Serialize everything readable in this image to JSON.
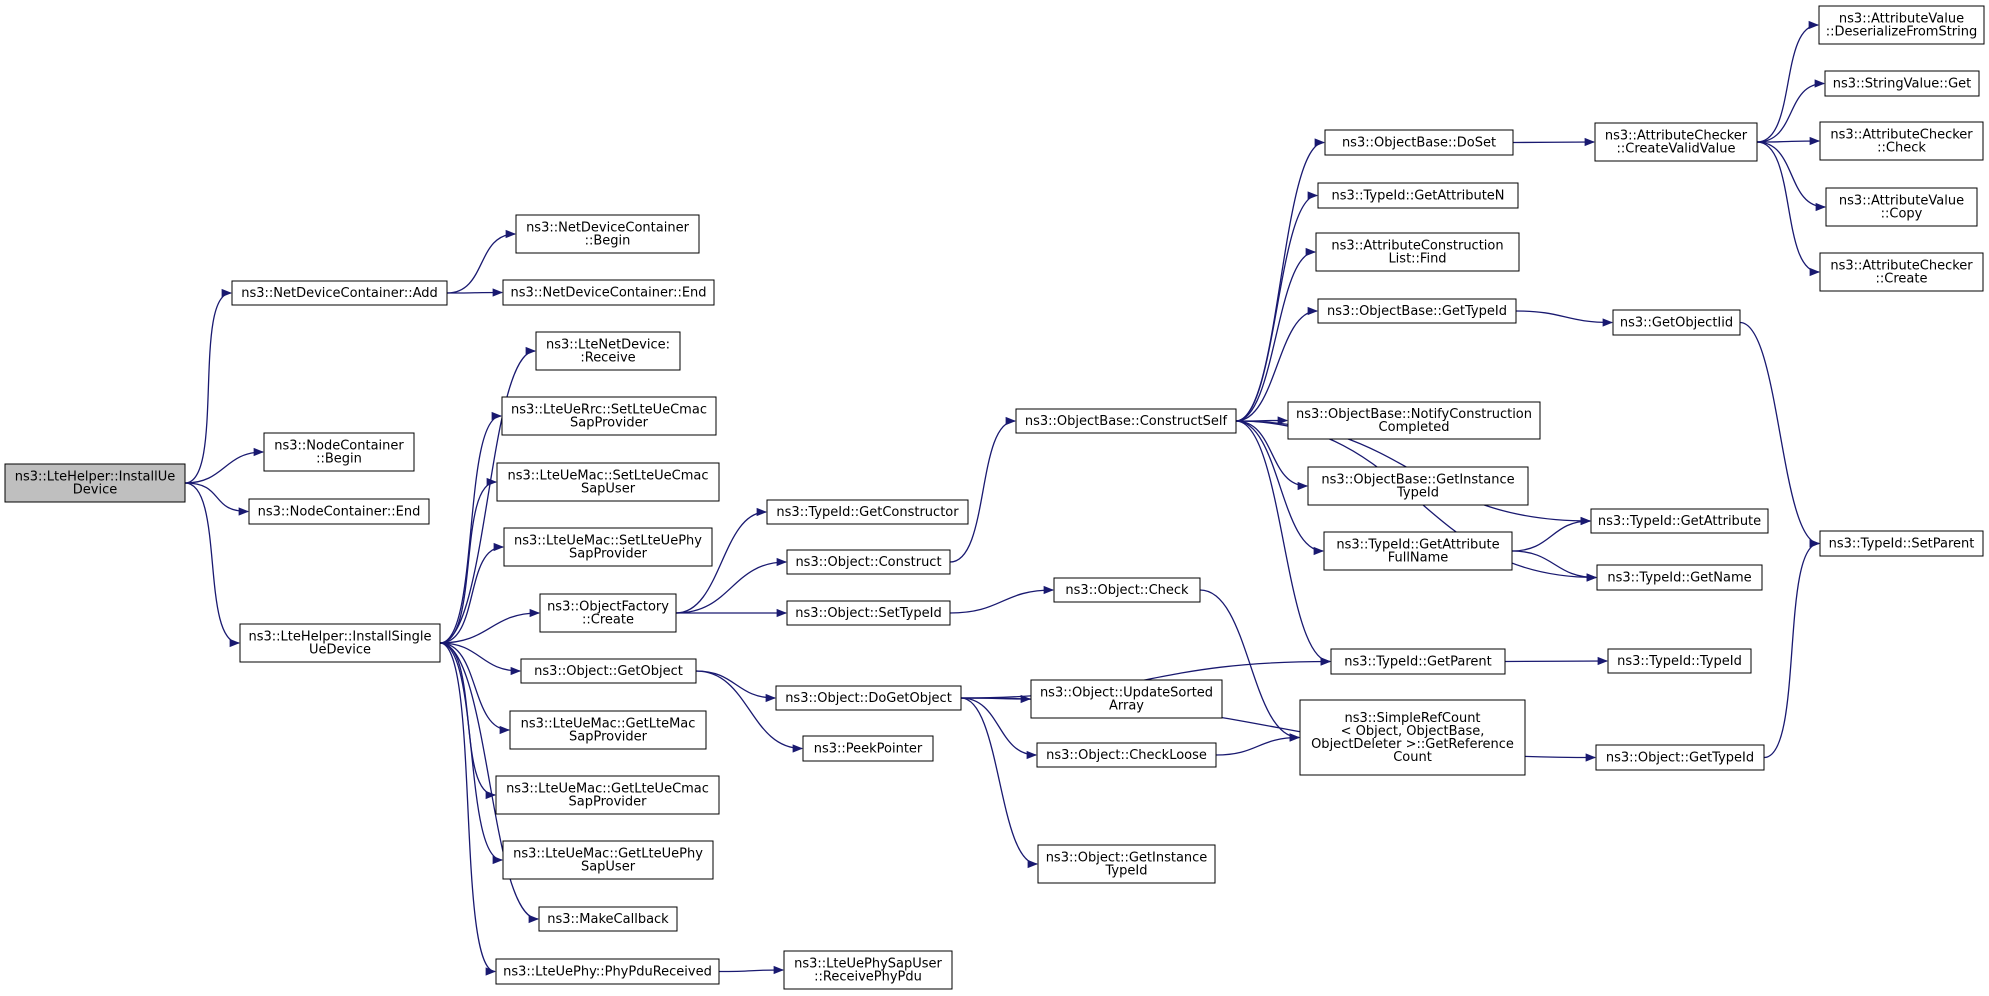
{
  "graph": {
    "nodes": [
      {
        "id": "installUe",
        "lines": [
          "ns3::LteHelper::InstallUe",
          "Device"
        ],
        "root": true
      },
      {
        "id": "ndcAdd",
        "lines": [
          "ns3::NetDeviceContainer::Add"
        ]
      },
      {
        "id": "ndcBegin",
        "lines": [
          "ns3::NetDeviceContainer",
          "::Begin"
        ]
      },
      {
        "id": "ndcEnd",
        "lines": [
          "ns3::NetDeviceContainer::End"
        ]
      },
      {
        "id": "ncBegin",
        "lines": [
          "ns3::NodeContainer",
          "::Begin"
        ]
      },
      {
        "id": "ncEnd",
        "lines": [
          "ns3::NodeContainer::End"
        ]
      },
      {
        "id": "installSingle",
        "lines": [
          "ns3::LteHelper::InstallSingle",
          "UeDevice"
        ]
      },
      {
        "id": "lteNetRecv",
        "lines": [
          "ns3::LteNetDevice:",
          ":Receive"
        ]
      },
      {
        "id": "rrcSetCmac",
        "lines": [
          "ns3::LteUeRrc::SetLteUeCmac",
          "SapProvider"
        ]
      },
      {
        "id": "macSetCmacUser",
        "lines": [
          "ns3::LteUeMac::SetLteUeCmac",
          "SapUser"
        ]
      },
      {
        "id": "macSetPhyProv",
        "lines": [
          "ns3::LteUeMac::SetLteUePhy",
          "SapProvider"
        ]
      },
      {
        "id": "objFactoryCreate",
        "lines": [
          "ns3::ObjectFactory",
          "::Create"
        ]
      },
      {
        "id": "objGetObject",
        "lines": [
          "ns3::Object::GetObject"
        ]
      },
      {
        "id": "macGetMacProv",
        "lines": [
          "ns3::LteUeMac::GetLteMac",
          "SapProvider"
        ]
      },
      {
        "id": "macGetCmacProv",
        "lines": [
          "ns3::LteUeMac::GetLteUeCmac",
          "SapProvider"
        ]
      },
      {
        "id": "macGetPhyUser",
        "lines": [
          "ns3::LteUeMac::GetLteUePhy",
          "SapUser"
        ]
      },
      {
        "id": "makeCallback",
        "lines": [
          "ns3::MakeCallback"
        ]
      },
      {
        "id": "phyPduRecv",
        "lines": [
          "ns3::LteUePhy::PhyPduReceived"
        ]
      },
      {
        "id": "phySapRecv",
        "lines": [
          "ns3::LteUePhySapUser",
          "::ReceivePhyPdu"
        ]
      },
      {
        "id": "tidGetCtor",
        "lines": [
          "ns3::TypeId::GetConstructor"
        ]
      },
      {
        "id": "objConstruct",
        "lines": [
          "ns3::Object::Construct"
        ]
      },
      {
        "id": "objSetTypeId",
        "lines": [
          "ns3::Object::SetTypeId"
        ]
      },
      {
        "id": "objDoGetObject",
        "lines": [
          "ns3::Object::DoGetObject"
        ]
      },
      {
        "id": "peekPointer",
        "lines": [
          "ns3::PeekPointer"
        ]
      },
      {
        "id": "obConstructSelf",
        "lines": [
          "ns3::ObjectBase::ConstructSelf"
        ]
      },
      {
        "id": "objCheck",
        "lines": [
          "ns3::Object::Check"
        ]
      },
      {
        "id": "objUpdateSorted",
        "lines": [
          "ns3::Object::UpdateSorted",
          "Array"
        ]
      },
      {
        "id": "objCheckLoose",
        "lines": [
          "ns3::Object::CheckLoose"
        ]
      },
      {
        "id": "objGetInstTid",
        "lines": [
          "ns3::Object::GetInstance",
          "TypeId"
        ]
      },
      {
        "id": "obDoSet",
        "lines": [
          "ns3::ObjectBase::DoSet"
        ]
      },
      {
        "id": "tidGetAttrN",
        "lines": [
          "ns3::TypeId::GetAttributeN"
        ]
      },
      {
        "id": "acListFind",
        "lines": [
          "ns3::AttributeConstruction",
          "List::Find"
        ]
      },
      {
        "id": "obGetTypeId",
        "lines": [
          "ns3::ObjectBase::GetTypeId"
        ]
      },
      {
        "id": "obNotify",
        "lines": [
          "ns3::ObjectBase::NotifyConstruction",
          "Completed"
        ]
      },
      {
        "id": "obGetInstTid",
        "lines": [
          "ns3::ObjectBase::GetInstance",
          "TypeId"
        ]
      },
      {
        "id": "tidGetAttrFull",
        "lines": [
          "ns3::TypeId::GetAttribute",
          "FullName"
        ]
      },
      {
        "id": "tidGetParent",
        "lines": [
          "ns3::TypeId::GetParent"
        ]
      },
      {
        "id": "srcGetRef",
        "lines": [
          "ns3::SimpleRefCount",
          "< Object, ObjectBase,",
          "ObjectDeleter >::GetReference",
          "Count"
        ]
      },
      {
        "id": "acCreateValid",
        "lines": [
          "ns3::AttributeChecker",
          "::CreateValidValue"
        ]
      },
      {
        "id": "getObjectIid",
        "lines": [
          "ns3::GetObjectIid"
        ]
      },
      {
        "id": "tidGetAttr",
        "lines": [
          "ns3::TypeId::GetAttribute"
        ]
      },
      {
        "id": "tidGetName",
        "lines": [
          "ns3::TypeId::GetName"
        ]
      },
      {
        "id": "tidTypeId",
        "lines": [
          "ns3::TypeId::TypeId"
        ]
      },
      {
        "id": "objGetTypeId",
        "lines": [
          "ns3::Object::GetTypeId"
        ]
      },
      {
        "id": "avDeserialize",
        "lines": [
          "ns3::AttributeValue",
          "::DeserializeFromString"
        ]
      },
      {
        "id": "svGet",
        "lines": [
          "ns3::StringValue::Get"
        ]
      },
      {
        "id": "acCheck",
        "lines": [
          "ns3::AttributeChecker",
          "::Check"
        ]
      },
      {
        "id": "avCopy",
        "lines": [
          "ns3::AttributeValue",
          "::Copy"
        ]
      },
      {
        "id": "acCreate",
        "lines": [
          "ns3::AttributeChecker",
          "::Create"
        ]
      },
      {
        "id": "tidSetParent",
        "lines": [
          "ns3::TypeId::SetParent"
        ]
      }
    ],
    "edges": [
      [
        "installUe",
        "ndcAdd"
      ],
      [
        "installUe",
        "ncBegin"
      ],
      [
        "installUe",
        "ncEnd"
      ],
      [
        "installUe",
        "installSingle"
      ],
      [
        "ndcAdd",
        "ndcBegin"
      ],
      [
        "ndcAdd",
        "ndcEnd"
      ],
      [
        "installSingle",
        "lteNetRecv"
      ],
      [
        "installSingle",
        "rrcSetCmac"
      ],
      [
        "installSingle",
        "macSetCmacUser"
      ],
      [
        "installSingle",
        "macSetPhyProv"
      ],
      [
        "installSingle",
        "objFactoryCreate"
      ],
      [
        "installSingle",
        "objGetObject"
      ],
      [
        "installSingle",
        "macGetMacProv"
      ],
      [
        "installSingle",
        "macGetCmacProv"
      ],
      [
        "installSingle",
        "macGetPhyUser"
      ],
      [
        "installSingle",
        "makeCallback"
      ],
      [
        "installSingle",
        "phyPduRecv"
      ],
      [
        "phyPduRecv",
        "phySapRecv"
      ],
      [
        "objFactoryCreate",
        "tidGetCtor"
      ],
      [
        "objFactoryCreate",
        "objConstruct"
      ],
      [
        "objFactoryCreate",
        "objSetTypeId"
      ],
      [
        "objConstruct",
        "obConstructSelf"
      ],
      [
        "objSetTypeId",
        "objCheck"
      ],
      [
        "objCheck",
        "srcGetRef"
      ],
      [
        "objGetObject",
        "objDoGetObject"
      ],
      [
        "objGetObject",
        "peekPointer"
      ],
      [
        "objDoGetObject",
        "tidGetParent"
      ],
      [
        "objDoGetObject",
        "objUpdateSorted"
      ],
      [
        "objDoGetObject",
        "objCheckLoose"
      ],
      [
        "objDoGetObject",
        "objGetInstTid"
      ],
      [
        "objDoGetObject",
        "objGetTypeId"
      ],
      [
        "objCheckLoose",
        "srcGetRef"
      ],
      [
        "obConstructSelf",
        "obDoSet"
      ],
      [
        "obConstructSelf",
        "tidGetAttrN"
      ],
      [
        "obConstructSelf",
        "acListFind"
      ],
      [
        "obConstructSelf",
        "obGetTypeId"
      ],
      [
        "obConstructSelf",
        "obNotify"
      ],
      [
        "obConstructSelf",
        "obGetInstTid"
      ],
      [
        "obConstructSelf",
        "tidGetAttrFull"
      ],
      [
        "obConstructSelf",
        "tidGetAttr"
      ],
      [
        "obConstructSelf",
        "tidGetName"
      ],
      [
        "obConstructSelf",
        "tidGetParent"
      ],
      [
        "obDoSet",
        "acCreateValid"
      ],
      [
        "acCreateValid",
        "avDeserialize"
      ],
      [
        "acCreateValid",
        "svGet"
      ],
      [
        "acCreateValid",
        "acCheck"
      ],
      [
        "acCreateValid",
        "avCopy"
      ],
      [
        "acCreateValid",
        "acCreate"
      ],
      [
        "obGetTypeId",
        "getObjectIid"
      ],
      [
        "getObjectIid",
        "tidSetParent"
      ],
      [
        "tidGetAttrFull",
        "tidGetAttr"
      ],
      [
        "tidGetAttrFull",
        "tidGetName"
      ],
      [
        "tidGetParent",
        "tidTypeId"
      ],
      [
        "objGetTypeId",
        "tidSetParent"
      ]
    ]
  }
}
